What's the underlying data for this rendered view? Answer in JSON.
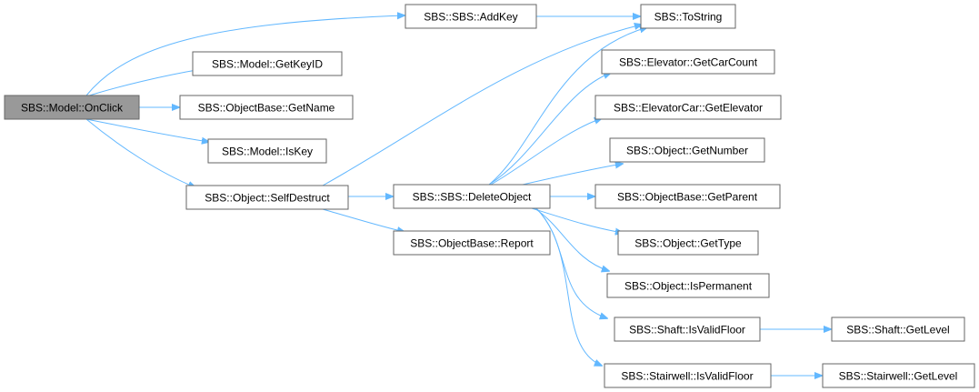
{
  "nodes": {
    "onclick": "SBS::Model::OnClick",
    "addkey": "SBS::SBS::AddKey",
    "tostring": "SBS::ToString",
    "getkeyid": "SBS::Model::GetKeyID",
    "getcarcount": "SBS::Elevator::GetCarCount",
    "getname": "SBS::ObjectBase::GetName",
    "getelevator": "SBS::ElevatorCar::GetElevator",
    "iskey": "SBS::Model::IsKey",
    "getnumber": "SBS::Object::GetNumber",
    "selfdestruct": "SBS::Object::SelfDestruct",
    "deleteobject": "SBS::SBS::DeleteObject",
    "getparent": "SBS::ObjectBase::GetParent",
    "report": "SBS::ObjectBase::Report",
    "gettype": "SBS::Object::GetType",
    "ispermanent": "SBS::Object::IsPermanent",
    "shaft_isvalidfloor": "SBS::Shaft::IsValidFloor",
    "shaft_getlevel": "SBS::Shaft::GetLevel",
    "stairwell_isvalidfloor": "SBS::Stairwell::IsValidFloor",
    "stairwell_getlevel": "SBS::Stairwell::GetLevel"
  },
  "colors": {
    "edge": "#63b8ff",
    "root_fill": "#999999",
    "node_border": "#666666"
  }
}
